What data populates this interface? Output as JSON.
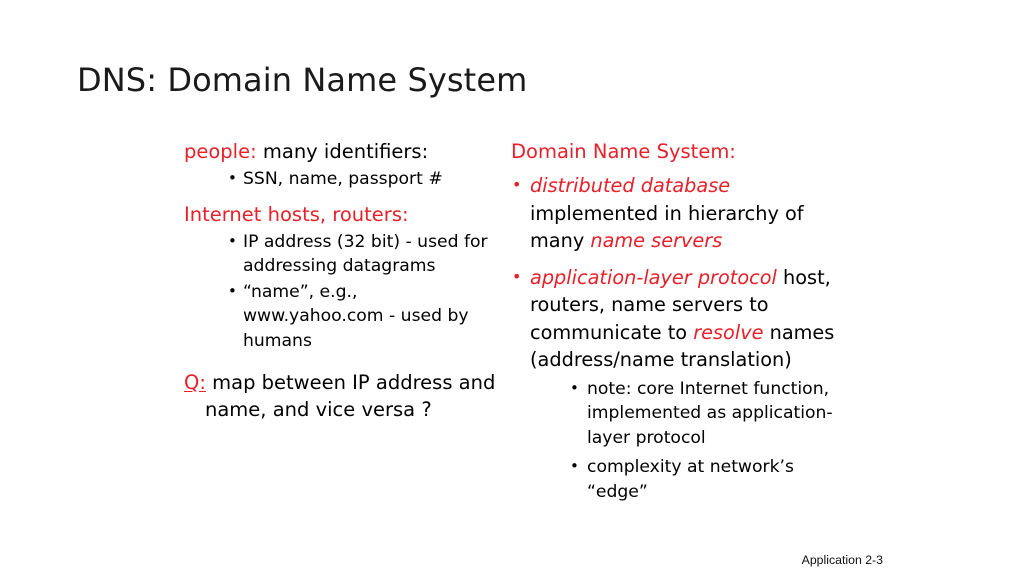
{
  "slide": {
    "title": "DNS: Domain Name System",
    "footer": "Application  2-3",
    "accent_color": "#e8202a",
    "text_color": "#000000",
    "background_color": "#ffffff"
  },
  "left_column": {
    "section1": {
      "head_accent": "people:",
      "head_rest": " many identifiers:",
      "bullets": [
        "SSN, name, passport #"
      ]
    },
    "section2": {
      "head_accent": "Internet hosts, routers:",
      "bullets": [
        "IP address (32 bit) - used for addressing datagrams",
        "“name”, e.g., www.yahoo.com - used by humans"
      ]
    },
    "question": {
      "marker": "Q:",
      "text": " map between IP address and name, and vice versa ?"
    }
  },
  "right_column": {
    "head_accent": "Domain Name System:",
    "bullets": [
      {
        "part1_accent": "distributed database",
        "part2": " implemented in hierarchy of many ",
        "part3_accent": "name servers"
      },
      {
        "part1_accent": "application-layer protocol",
        "part2": " host, routers, name servers to communicate to ",
        "part3_accent": "resolve",
        "part4": " names (address/name translation)"
      }
    ],
    "sub_bullets": [
      "note: core Internet function, implemented as application-layer protocol",
      "complexity at network’s “edge”"
    ]
  }
}
